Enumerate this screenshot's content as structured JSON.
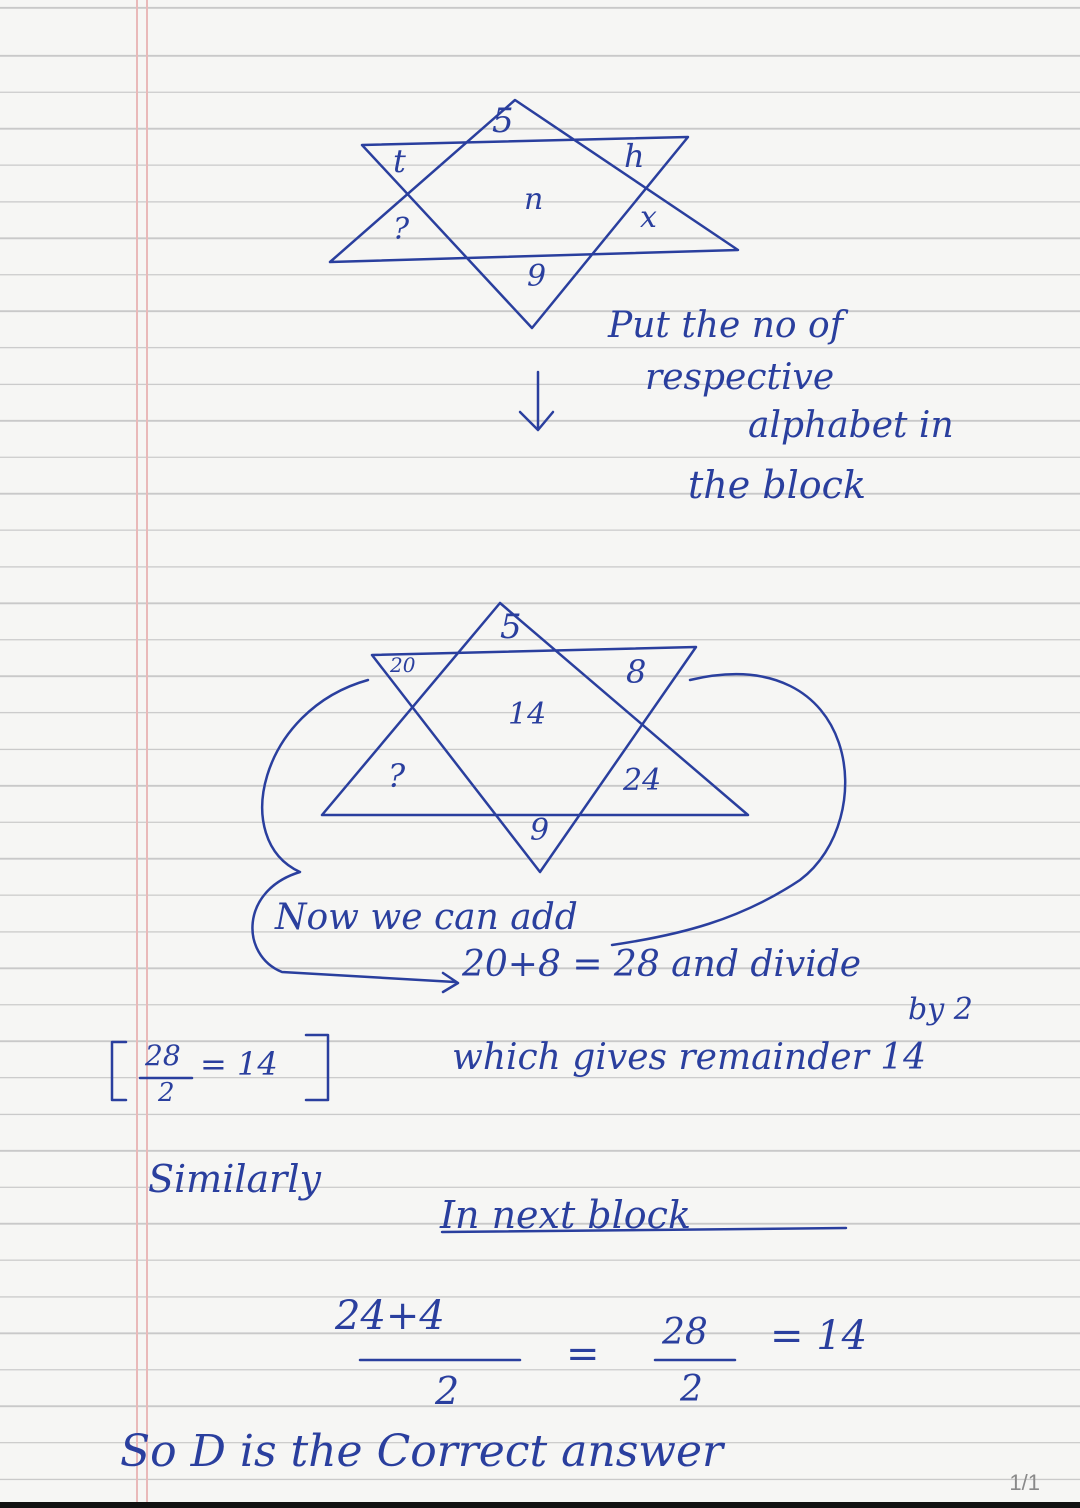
{
  "diagram1": {
    "top": "5",
    "top_left": "t",
    "top_right": "h",
    "center": "n",
    "bottom_left": "?",
    "bottom_right": "x",
    "bottom": "9"
  },
  "note": {
    "line1": "Put the no of",
    "line2": "respective",
    "line3": "alphabet in",
    "line4": "the block"
  },
  "diagram2": {
    "top": "5",
    "top_left": "20",
    "top_right": "8",
    "center": "14",
    "bottom_left": "?",
    "bottom_right": "24",
    "bottom": "9"
  },
  "explanation": {
    "line1": "Now we can add",
    "line2": "20+8 = 28 and divide",
    "line3": "by 2",
    "line4": "which gives remainder 14",
    "side_numerator": "28",
    "side_denominator": "2",
    "side_result": "= 14",
    "similarly": "Similarly",
    "next_block": "In next block",
    "calc_numerator": "24+4",
    "calc_denominator": "2",
    "calc_equals": "=",
    "calc_result_numerator": "28",
    "calc_result_denominator": "2",
    "calc_result": "= 14",
    "conclusion": "So D is the Correct answer"
  },
  "page_indicator": "1/1",
  "colors": {
    "ink": "#2a3f9e",
    "rule": "#c9c9c9",
    "margin": "#e9b9b9"
  }
}
